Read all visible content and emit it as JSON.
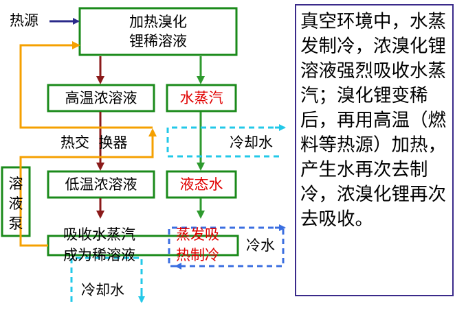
{
  "nodes": {
    "heat_source": "热源",
    "generator_line1": "加热溴化",
    "generator_line2": "锂稀溶液",
    "hot_conc_solution": "高温浓溶液",
    "water_vapor": "水蒸汽",
    "heat_exchanger": "热交  换器",
    "cooling_water_mid": "冷却水",
    "solution_pump": "溶\n液\n泵",
    "low_temp_conc_solution": "低温浓溶液",
    "liquid_water": "液态水",
    "absorb_line1": "吸收水蒸汽",
    "absorb_line2": "成为稀溶液",
    "evaporate_line1": "蒸发吸",
    "evaporate_line2": "热制冷",
    "cold_water": "冷水",
    "cooling_water_bottom": "冷却水"
  },
  "description": "真空环境中，水蒸发制冷，浓溴化锂溶液强烈吸收水蒸汽；溴化锂变稀后，再用高温（燃料等热源）加热，产生水再次去制冷，浓溴化锂再次去吸收。",
  "colors": {
    "box_green": "#1a8a1a",
    "arrow_green": "#2e9a2e",
    "arrow_darkred": "#8b1a1a",
    "arrow_orange": "#f5a000",
    "arrow_navy": "#2a2a8a",
    "dashed_cyan": "#22c8e8",
    "dashed_blue": "#3a6ee0",
    "text_red": "#e00000",
    "panel_border": "#3a2a8a"
  }
}
